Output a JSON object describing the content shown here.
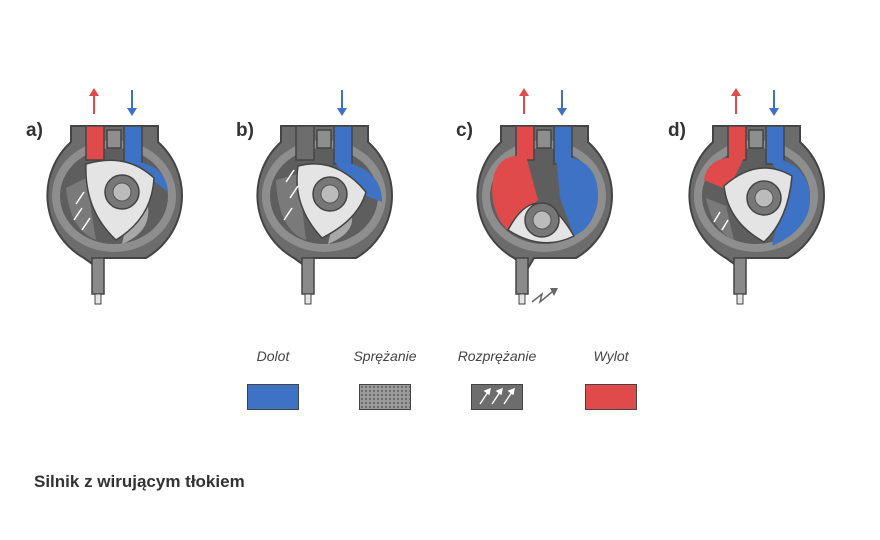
{
  "colors": {
    "intake": "#3d72c4",
    "compression": "#9a9a9a",
    "expansion": "#6d6d6d",
    "exhaust": "#e04a4a",
    "housing": "#6c6c6c",
    "housing_inner": "#8e8e8e",
    "rotor": "#e4e4e4"
  },
  "panels": [
    {
      "label": "a)"
    },
    {
      "label": "b)"
    },
    {
      "label": "c)"
    },
    {
      "label": "d)"
    }
  ],
  "legend": [
    {
      "key": "intake",
      "label": "Dolot",
      "pattern": "solid",
      "icon": "intake-swatch"
    },
    {
      "key": "compression",
      "label": "Sprężanie",
      "pattern": "dotted",
      "icon": "compression-swatch"
    },
    {
      "key": "expansion",
      "label": "Rozprężanie",
      "pattern": "arrows",
      "icon": "expansion-swatch"
    },
    {
      "key": "exhaust",
      "label": "Wylot",
      "pattern": "solid",
      "icon": "exhaust-swatch"
    }
  ],
  "caption": "Silnik z wirującym tłokiem"
}
